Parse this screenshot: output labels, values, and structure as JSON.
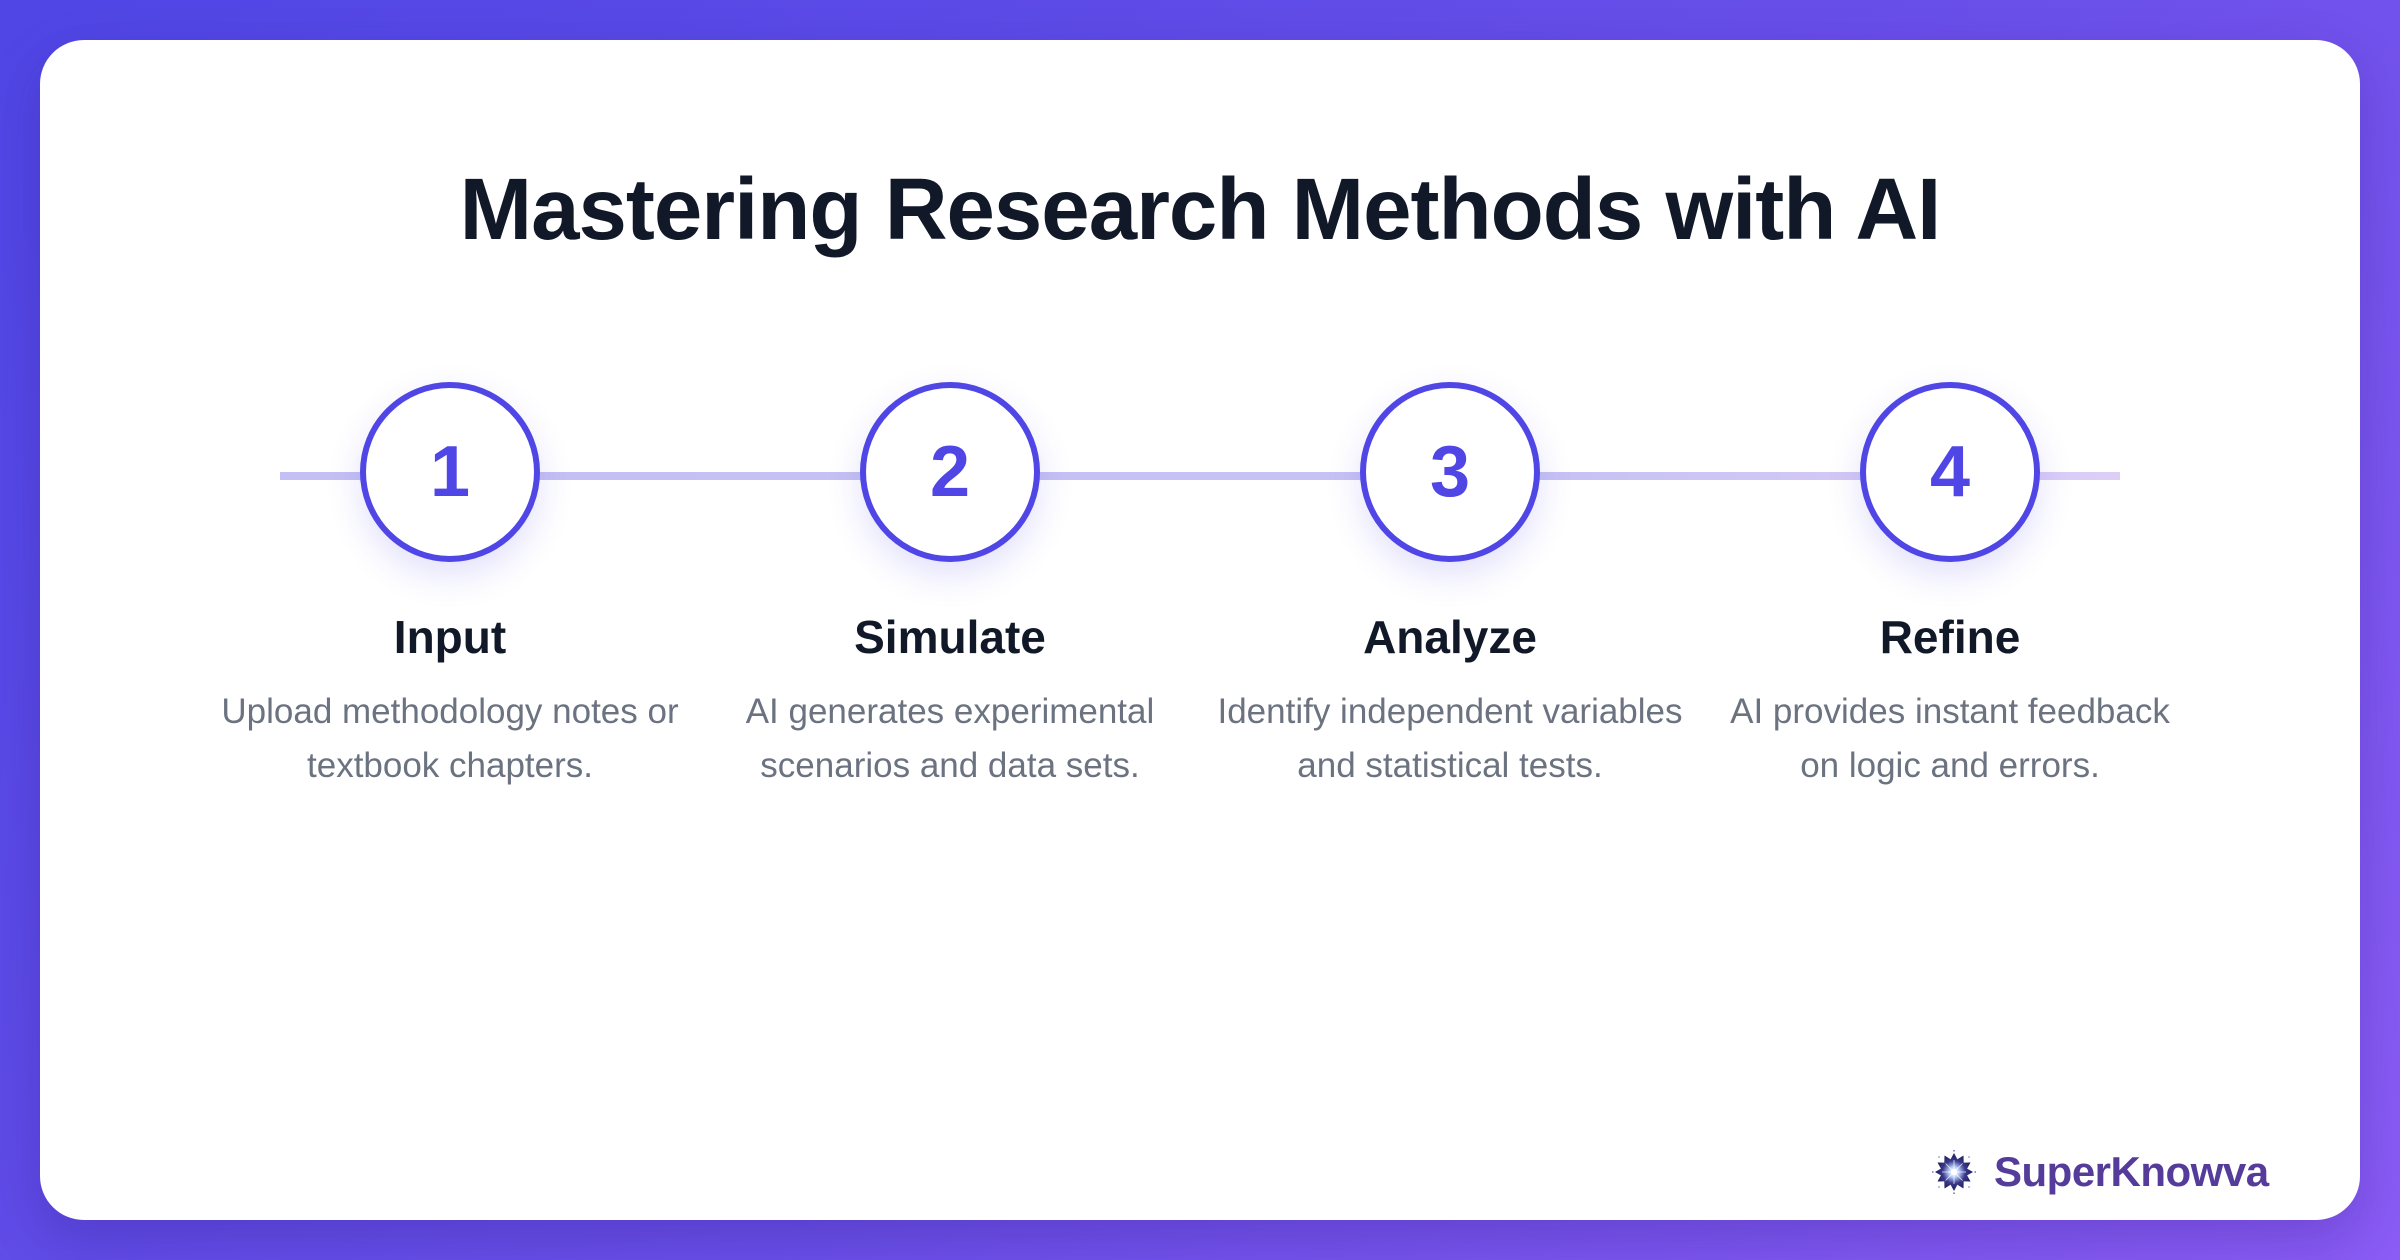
{
  "title": "Mastering Research Methods with AI",
  "colors": {
    "accent": "#4F46E5",
    "connector": "#C4C0F3",
    "heading": "#111827",
    "body_text": "#6B7280",
    "brand": "#553C9A",
    "background_start": "#4F46E5",
    "background_end": "#8B5CF6"
  },
  "steps": [
    {
      "number": "1",
      "title": "Input",
      "description": "Upload methodology notes or textbook chapters."
    },
    {
      "number": "2",
      "title": "Simulate",
      "description": "AI generates experimental scenarios and data sets."
    },
    {
      "number": "3",
      "title": "Analyze",
      "description": "Identify independent variables and statistical tests."
    },
    {
      "number": "4",
      "title": "Refine",
      "description": "AI provides instant feedback on logic and errors."
    }
  ],
  "brand": {
    "icon": "starburst-logo-icon",
    "name": "SuperKnowva"
  }
}
